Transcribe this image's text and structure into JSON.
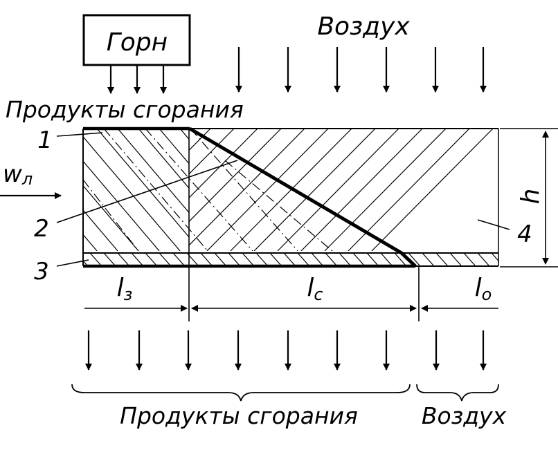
{
  "labels": {
    "furnace": "Горн",
    "air_top": "Воздух",
    "products_top": "Продукты сгорания",
    "products_bottom": "Продукты сгорания",
    "air_bottom": "Воздух",
    "velocity": "w",
    "velocity_sub": "л",
    "height": "h",
    "zone_ignition": "l",
    "zone_ignition_sub": "з",
    "zone_combustion": "l",
    "zone_combustion_sub": "с",
    "zone_cooling": "l",
    "zone_cooling_sub": "о",
    "marker_1": "1",
    "marker_2": "2",
    "marker_3": "3",
    "marker_4": "4"
  },
  "colors": {
    "ink": "#000000",
    "background": "#ffffff"
  }
}
